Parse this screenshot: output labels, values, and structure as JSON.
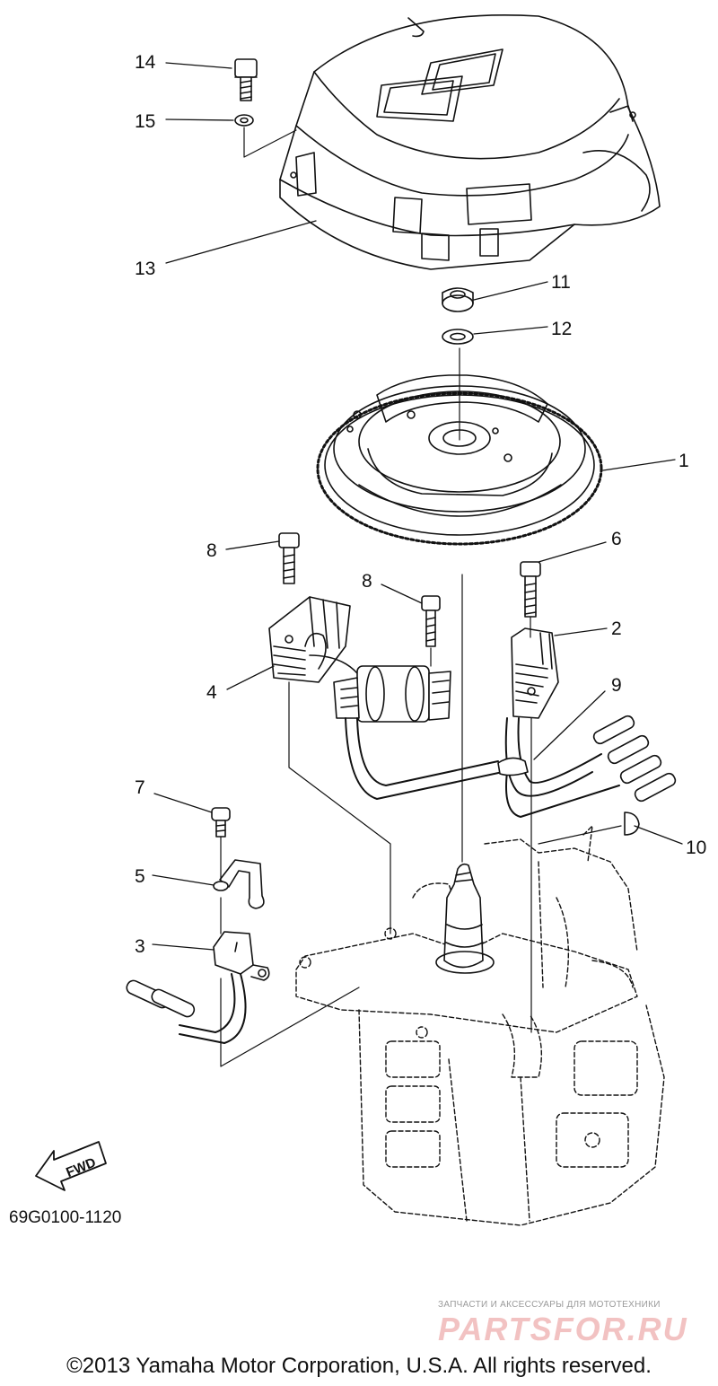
{
  "diagram": {
    "drawing_code": "69G0100-1120",
    "direction_label": "FWD",
    "callouts": {
      "c1": "1",
      "c2": "2",
      "c3": "3",
      "c4": "4",
      "c5": "5",
      "c6": "6",
      "c7": "7",
      "c8a": "8",
      "c8b": "8",
      "c9": "9",
      "c10": "10",
      "c11": "11",
      "c12": "12",
      "c13": "13",
      "c14": "14",
      "c15": "15"
    }
  },
  "watermark": {
    "tagline": "ЗАПЧАСТИ И АКСЕССУАРЫ ДЛЯ МОТОТЕХНИКИ",
    "logo": "PARTSFOR.RU",
    "colors": {
      "tagline": "#9a9a9a",
      "logo": "#f2c2c2"
    }
  },
  "footer": {
    "copyright": "©2013 Yamaha Motor Corporation, U.S.A. All rights reserved."
  }
}
